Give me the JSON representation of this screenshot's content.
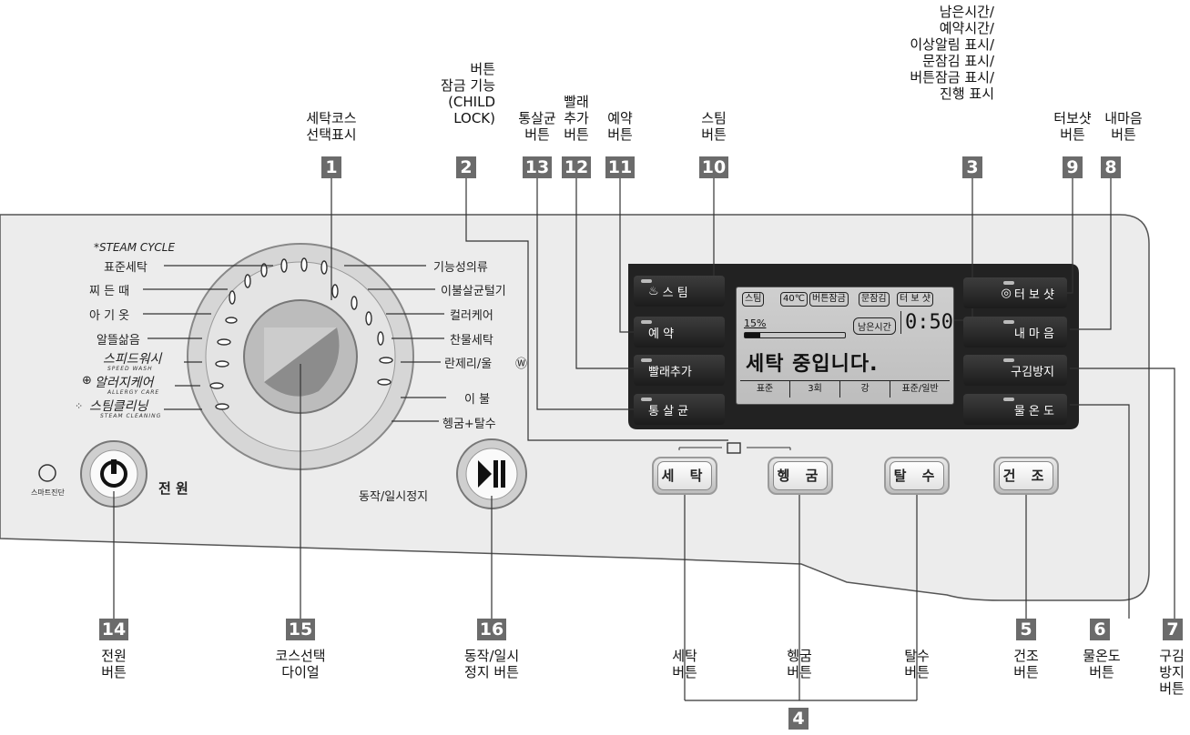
{
  "top_labels": {
    "course_display": "세탁코스\n선택표시",
    "child_lock": "버튼\n잠금 기능\n(CHILD\nLOCK)",
    "sterilize": "통살균\n버튼",
    "add_laundry": "빨래\n추가\n버튼",
    "reserve": "예약\n버튼",
    "steam": "스팀\n버튼",
    "display": "남은시간/\n예약시간/\n이상알림 표시/\n문잠김 표시/\n버튼잠금 표시/\n진행 표시",
    "turbo_shot": "터보샷\n버튼",
    "my_cycle": "내마음\n버튼"
  },
  "bottom_labels": {
    "power": "전원\n버튼",
    "course_dial": "코스선택\n다이얼",
    "start_pause": "동작/일시\n정지 버튼",
    "wash": "세탁\n버튼",
    "rinse": "헹굼\n버튼",
    "spin": "탈수\n버튼",
    "dry": "건조\n버튼",
    "water_temp": "물온도\n버튼",
    "wrinkle": "구김\n방지\n버튼"
  },
  "numbers": {
    "n1": "1",
    "n2": "2",
    "n3": "3",
    "n4": "4",
    "n5": "5",
    "n6": "6",
    "n7": "7",
    "n8": "8",
    "n9": "9",
    "n10": "10",
    "n11": "11",
    "n12": "12",
    "n13": "13",
    "n14": "14",
    "n15": "15",
    "n16": "16"
  },
  "courses_left": {
    "steam_cycle": "*STEAM CYCLE",
    "standard": "표준세탁",
    "stain": "찌 든 때",
    "baby": "아 기 옷",
    "boil": "알뜰삶음",
    "speed_wash": "스피드워시",
    "speed_wash_en": "SPEED WASH",
    "allergy": "알러지케어",
    "allergy_en": "ALLERGY CARE",
    "steam_clean": "스팀클리닝",
    "steam_clean_en": "STEAM CLEANING"
  },
  "courses_right": {
    "functional": "기능성의류",
    "bedding_dust": "이불살균털기",
    "color_care": "컬러케어",
    "cold_wash": "찬물세탁",
    "lingerie_wool": "란제리/울",
    "bedding": "이 불",
    "rinse_spin": "헹굼+탈수"
  },
  "panel": {
    "power_label": "전 원",
    "smart_diag": "스마트진단",
    "start_pause_label": "동작/일시정지",
    "steam_btn": "스  팀",
    "reserve_btn": "예  약",
    "add_laundry_btn": "빨래추가",
    "sterilize_btn": "통 살 균",
    "turbo_btn": "터 보 샷",
    "my_cycle_btn": "내 마 음",
    "wrinkle_btn": "구김방지",
    "temp_btn": "물 온 도",
    "wash_btn": "세 탁",
    "rinse_btn": "헹 굼",
    "spin_btn": "탈 수",
    "dry_btn": "건 조"
  },
  "lcd": {
    "icon_steam": "스팀",
    "icon_temp": "40℃",
    "icon_btnlock": "버튼잠금",
    "icon_doorlock": "문잠김",
    "icon_turbo": "터 보 샷",
    "progress_text": "15%",
    "progress_value": 0.15,
    "remaining_label": "남은시간",
    "time": "0:50",
    "message": "세탁 중입니다.",
    "row": [
      "표준",
      "3회",
      "강",
      "표준/일반"
    ]
  }
}
